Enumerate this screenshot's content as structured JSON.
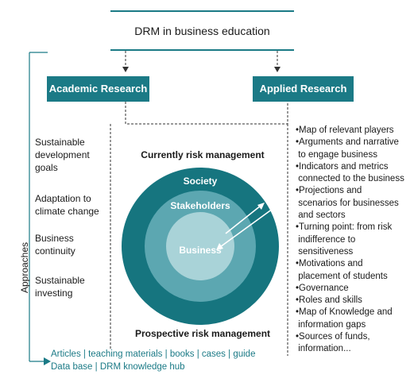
{
  "title": "DRM in business education",
  "boxes": {
    "academic": "Academic Research",
    "applied": "Applied Research"
  },
  "left_items": [
    "Sustainable\ndevelopment\ngoals",
    "Adaptation to\nclimate change",
    "Business\ncontinuity",
    "Sustainable\ninvesting"
  ],
  "vertical_label": "Approaches",
  "center": {
    "top_caption": "Currently risk management",
    "bottom_caption": "Prospective risk management",
    "rings": [
      "Society",
      "Stakeholders",
      "Business"
    ]
  },
  "right_items": [
    "•Map of relevant players",
    "•Arguments and narrative\n to engage business",
    "•Indicators and metrics\n connected to the business",
    "•Projections and\n scenarios for businesses\n and sectors",
    "•Turning point: from risk\n indifference to\n sensitiveness",
    "•Motivations and\n placement of students",
    "•Governance",
    "•Roles and skills",
    "•Map of Knowledge and\n information gaps",
    "•Sources of funds,\n information..."
  ],
  "bottom": {
    "line1": [
      "Articles",
      "teaching materials",
      "books",
      "cases",
      "guide"
    ],
    "line2": [
      "Data base",
      "DRM knowledge hub"
    ]
  },
  "colors": {
    "accent": "#1b7a86",
    "ring_outer": "#16757f",
    "ring_middle": "#5ca7b1",
    "ring_inner": "#a9d3d8"
  }
}
